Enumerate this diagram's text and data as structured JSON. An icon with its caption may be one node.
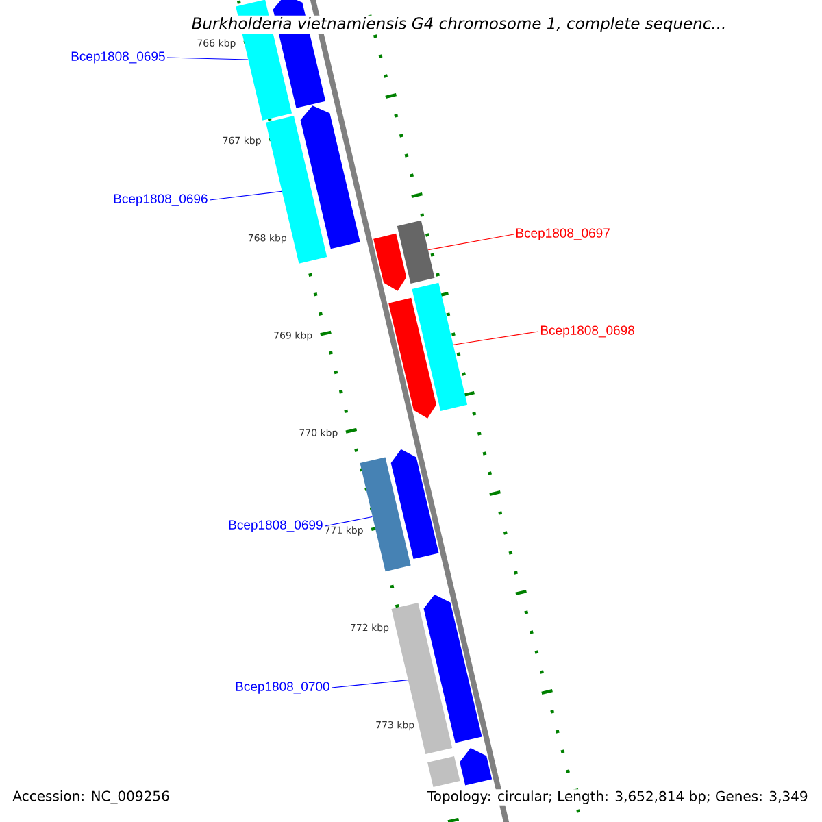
{
  "diagram": {
    "title": "Burkholderia vietnamiensis G4 chromosome 1, complete sequenc...",
    "nodes": [
      {
        "text": [
          "Bcep1808_0695"
        ]
      },
      {
        "text": [],
        "shape": "bar"
      },
      {
        "text": [
          "Bcep1808_0696"
        ]
      },
      {
        "text": [],
        "shape": "bar"
      },
      {
        "text": [
          "Bcep1808_0697"
        ]
      },
      {
        "text": [],
        "shape": "bar"
      },
      {
        "text": [
          "Bcep1808_0698"
        ]
      },
      {
        "text": [],
        "shape": "bar"
      },
      {
        "text": [
          "Bcep1808_0699"
        ]
      },
      {
        "text": [],
        "shape": "bar"
      },
      {
        "text": [
          "Bcep1808_0700"
        ]
      },
      {
        "text": [],
        "shape": "bar"
      },
      {
        "text": [],
        "shape": "arrow"
      },
      {
        "text": [],
        "shape": "arrow"
      },
      {
        "text": [],
        "shape": "arrow"
      },
      {
        "text": [],
        "shape": "arrow"
      },
      {
        "text": [],
        "shape": "arrow"
      },
      {
        "text": [],
        "shape": "arrow"
      },
      {
        "text": [],
        "shape": "arrow"
      },
      {
        "text": [],
        "shape": "bar"
      }
    ],
    "edges": [
      {
        "from": 0,
        "to": 1,
        "arrow": "none"
      },
      {
        "from": 2,
        "to": 3,
        "arrow": "none"
      },
      {
        "from": 4,
        "to": 5,
        "arrow": "none",
        "color": "#ff0000"
      },
      {
        "from": 6,
        "to": 7,
        "arrow": "none",
        "color": "#ff0000"
      },
      {
        "from": 8,
        "to": 9,
        "arrow": "none"
      },
      {
        "from": 10,
        "to": 11,
        "arrow": "none"
      }
    ],
    "labels": [
      "766 kbp",
      "767 kbp",
      "768 kbp",
      "769 kbp",
      "770 kbp",
      "771 kbp",
      "772 kbp",
      "773 kbp",
      "Accession: NC_009256",
      "Topology: circular; Length: 3,652,814 bp; Genes: 3,349"
    ]
  }
}
